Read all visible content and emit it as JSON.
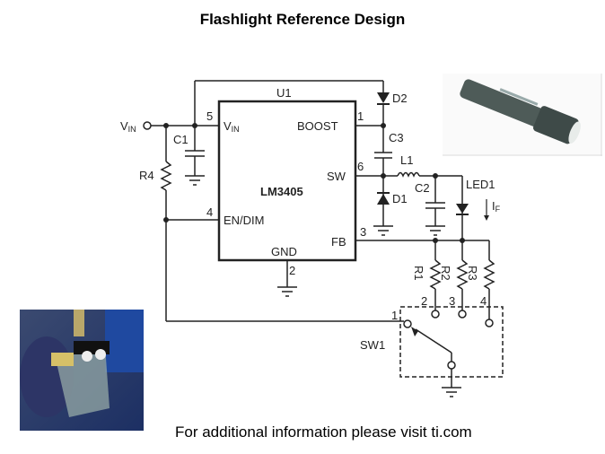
{
  "slide": {
    "title": "Flashlight Reference Design",
    "footer": "For additional information please visit ti.com"
  },
  "schematic": {
    "ic": {
      "ref": "U1",
      "part": "LM3405",
      "pins": {
        "vin_num": "5",
        "vin": "V",
        "vin_sub": "IN",
        "boost_num": "1",
        "boost": "BOOST",
        "sw_num": "6",
        "sw": "SW",
        "en_num": "4",
        "en": "EN/DIM",
        "fb_num": "3",
        "fb": "FB",
        "gnd": "GND",
        "gnd_num": "2"
      }
    },
    "vin_label": "V",
    "vin_sub": "IN",
    "components": {
      "c1": "C1",
      "c2": "C2",
      "c3": "C3",
      "r4": "R4",
      "d1": "D1",
      "d2": "D2",
      "l1": "L1",
      "led": "LED1",
      "if": "I",
      "if_sub": "F",
      "r1": "R1",
      "r2": "R2",
      "r3": "R3",
      "sw1": "SW1"
    },
    "switch_pins": {
      "p1": "1",
      "p2": "2",
      "p3": "3",
      "p4": "4"
    }
  },
  "images": {
    "flashlight": "flashlight-photo",
    "headlamp": "headlamp-diver-photo"
  }
}
